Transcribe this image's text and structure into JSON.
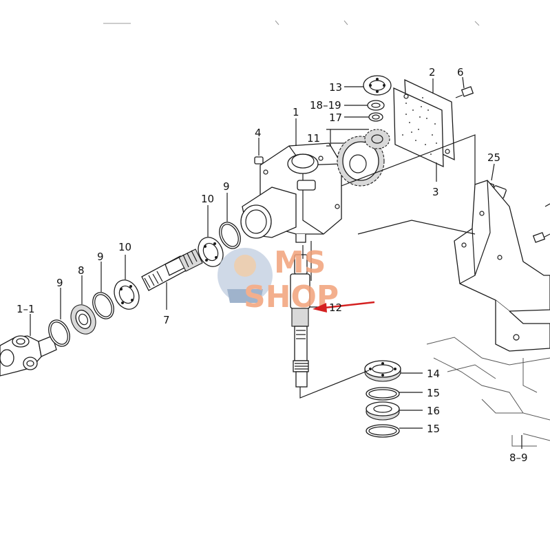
{
  "labels": {
    "p1": "1",
    "p1_1": "1–1",
    "p2": "2",
    "p3": "3",
    "p4": "4",
    "p6": "6",
    "p7": "7",
    "p8": "8",
    "p9a": "9",
    "p9b": "9",
    "p9c": "9",
    "p10a": "10",
    "p10b": "10",
    "p11": "11",
    "p12": "12",
    "p13": "13",
    "p14": "14",
    "p15a": "15",
    "p15b": "15",
    "p16": "16",
    "p17": "17",
    "p18_19": "18–19",
    "p25": "25",
    "p8_9": "8–9"
  },
  "watermark": {
    "line1": "MS",
    "line2": "SHOP",
    "color": "#f2a27a"
  },
  "colors": {
    "arrow": "#d42020",
    "ink": "#1a1a1a"
  }
}
